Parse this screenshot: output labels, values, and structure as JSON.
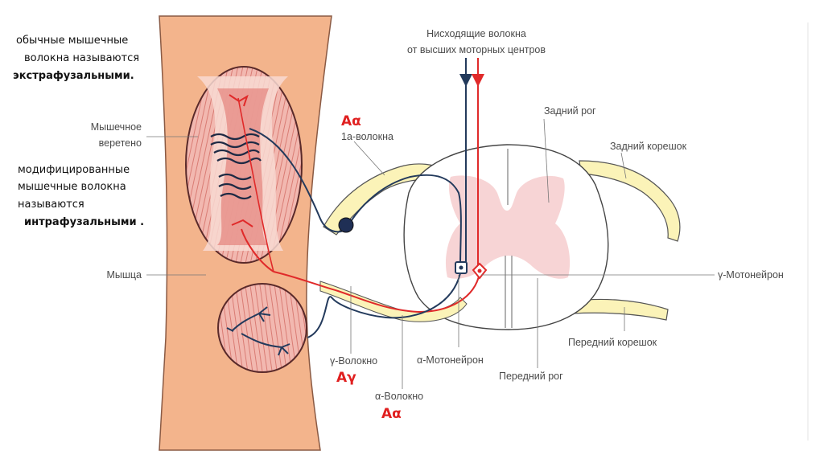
{
  "notes": {
    "extrafusal_l1": "обычные мышечные",
    "extrafusal_l2": "волокна называются",
    "extrafusal_l3": "экстрафузальными.",
    "intrafusal_l1": "модифицированные",
    "intrafusal_l2": "мышечные волокна",
    "intrafusal_l3": "называются",
    "intrafusal_l4": "интрафузальными ."
  },
  "labels": {
    "spindle_l1": "Мышечное",
    "spindle_l2": "веретено",
    "muscle": "Мышца",
    "ia_fibers": "1а-волокна",
    "descending_l1": "Нисходящие волокна",
    "descending_l2": "от высших моторных центров",
    "dorsal_horn": "Задний рог",
    "dorsal_root": "Задний корешок",
    "gamma_motoneuron": "γ-Мотонейрон",
    "ventral_root": "Передний корешок",
    "ventral_horn": "Передний рог",
    "alpha_motoneuron": "α-Мотонейрон",
    "gamma_fiber": "γ-Волокно",
    "alpha_fiber": "α-Волокно"
  },
  "red_labels": {
    "ia_class": "Aα",
    "gamma_class": "Aγ",
    "alpha_class": "Aα"
  },
  "colors": {
    "muscle": "#f3b48c",
    "fiber_red": "#e02a2a",
    "fiber_dark": "#233a5c",
    "grey_matter": "#f6cfd0",
    "root_yellow": "#fbf3b8",
    "label_red": "#e02020"
  }
}
